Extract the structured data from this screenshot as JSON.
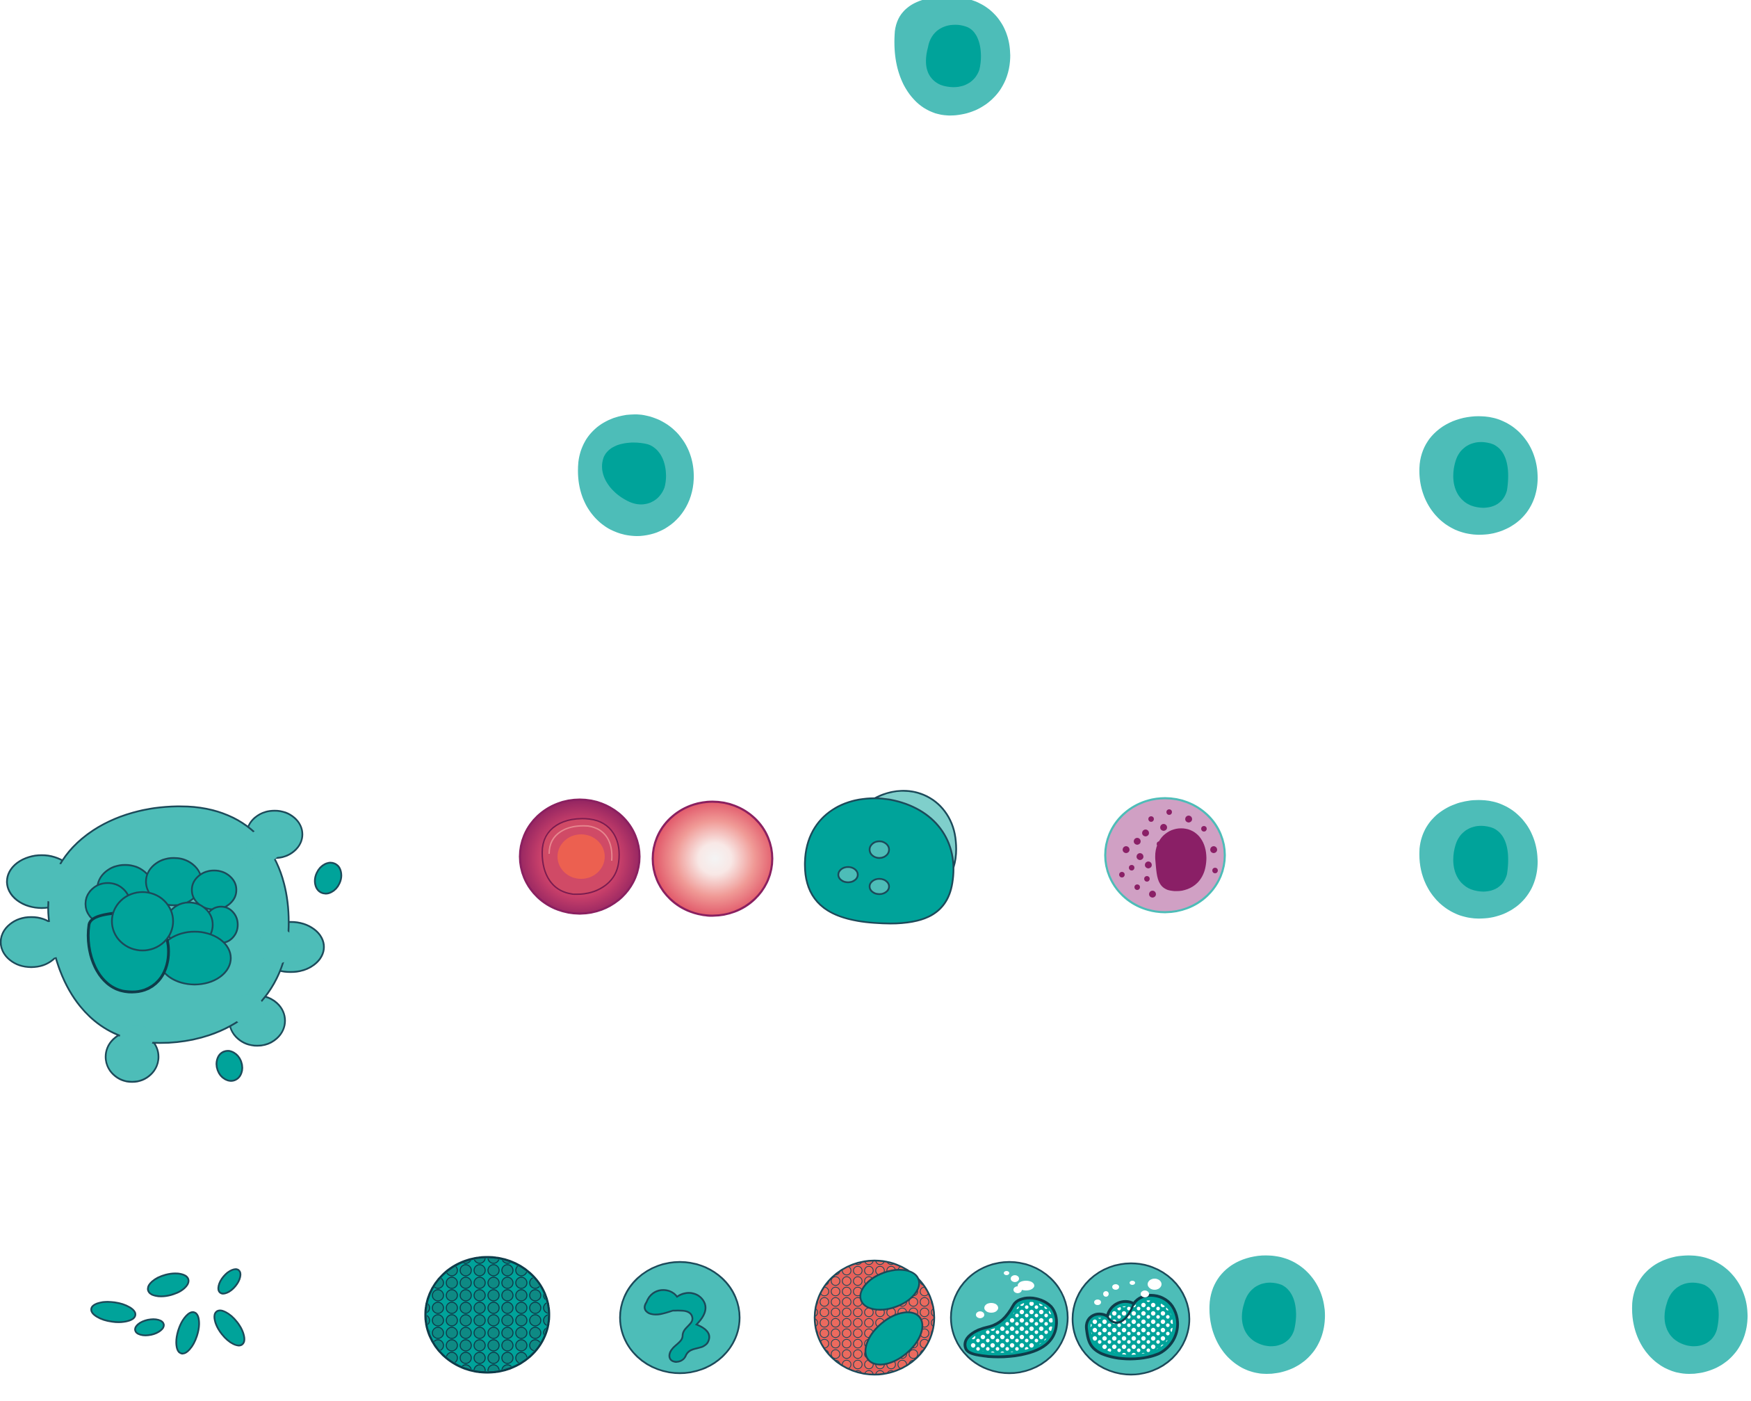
{
  "colors": {
    "background": "#ffffff",
    "cell_light_teal": "#4dbdb8",
    "nucleus_teal": "#00a39a",
    "outline_dark": "#1c4a5a",
    "rbc_magenta": "#a0306a",
    "rbc_coral": "#e8605a",
    "eosinophil_granule": "#e8605a",
    "mast_cell_pink": "#d0a0c4",
    "mast_cell_nucleus": "#8a1f66",
    "granule_white": "#ffffff"
  },
  "cells": [
    {
      "name": "stem-cell",
      "icon": "cell-generic-icon"
    },
    {
      "name": "progenitor-cell-left",
      "icon": "cell-generic-icon"
    },
    {
      "name": "progenitor-cell-right",
      "icon": "cell-generic-icon"
    },
    {
      "name": "megakaryocyte",
      "icon": "megakaryocyte-icon"
    },
    {
      "name": "red-blood-cell-dark",
      "icon": "erythrocyte-icon"
    },
    {
      "name": "red-blood-cell-light",
      "icon": "erythrocyte-icon"
    },
    {
      "name": "nucleated-cell",
      "icon": "cell-with-vacuoles-icon"
    },
    {
      "name": "mast-cell",
      "icon": "mast-cell-icon"
    },
    {
      "name": "precursor-cell-row3",
      "icon": "cell-generic-icon"
    },
    {
      "name": "platelets",
      "icon": "platelet-icon"
    },
    {
      "name": "basophil",
      "icon": "basophil-icon"
    },
    {
      "name": "monocyte",
      "icon": "monocyte-icon"
    },
    {
      "name": "eosinophil",
      "icon": "eosinophil-icon"
    },
    {
      "name": "neutrophil-1",
      "icon": "neutrophil-icon"
    },
    {
      "name": "neutrophil-2",
      "icon": "neutrophil-icon"
    },
    {
      "name": "lymphocyte-1",
      "icon": "cell-generic-icon"
    },
    {
      "name": "lymphocyte-2",
      "icon": "cell-generic-icon"
    }
  ]
}
